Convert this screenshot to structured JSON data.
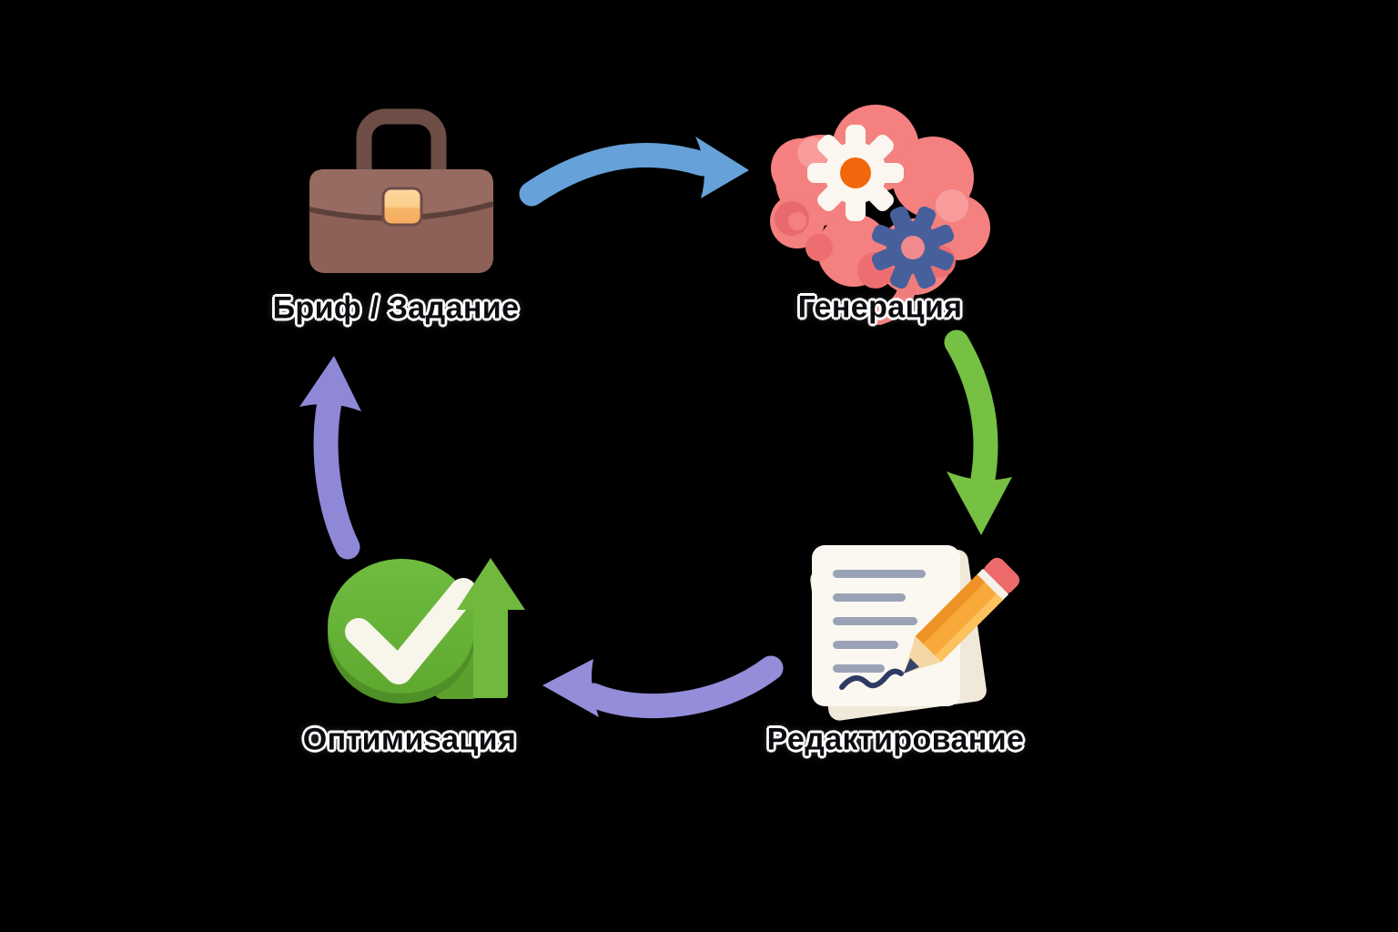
{
  "diagram": {
    "type": "cycle",
    "background": "#000000",
    "nodes": [
      {
        "label": "Бриф / Задание",
        "icon": "briefcase-icon",
        "position": "top-left"
      },
      {
        "label": "Генерация",
        "icon": "brain-gears-icon",
        "position": "top-right"
      },
      {
        "label": "Редактирование",
        "icon": "document-pencil-icon",
        "position": "bottom-right"
      },
      {
        "label": "Оптимиsация",
        "icon": "check-growth-icon",
        "position": "bottom-left"
      }
    ],
    "edges": [
      {
        "from": "Бриф / Задание",
        "to": "Генерация",
        "color": "#66a1d9",
        "direction": "right"
      },
      {
        "from": "Генерация",
        "to": "Редактирование",
        "color": "#76c043",
        "direction": "down"
      },
      {
        "from": "Редактирование",
        "to": "Оптимиsация",
        "color": "#948dd9",
        "direction": "left"
      },
      {
        "from": "Оптимиsация",
        "to": "Бриф / Задание",
        "color": "#8f88d7",
        "direction": "up"
      }
    ],
    "palette": {
      "briefcase_body": "#8d6158",
      "briefcase_handle": "#6e4d47",
      "briefcase_clasp": "#f5ad5e",
      "brain_pink": "#f4807f",
      "gear_white": "#fbf7f0",
      "gear_white_center": "#f2670c",
      "gear_blue": "#47609b",
      "gear_blue_center": "#f08a8c",
      "paper": "#fbf8f1",
      "paper_lines": "#9aa2b5",
      "pencil_body": "#f7a93a",
      "pencil_eraser": "#ed6a6b",
      "check_circle": "#67b437",
      "check_mark": "#f8f6ea",
      "growth_arrow": "#70b93e",
      "label_fill": "#0b0b10",
      "label_outline": "#ffffff"
    }
  }
}
